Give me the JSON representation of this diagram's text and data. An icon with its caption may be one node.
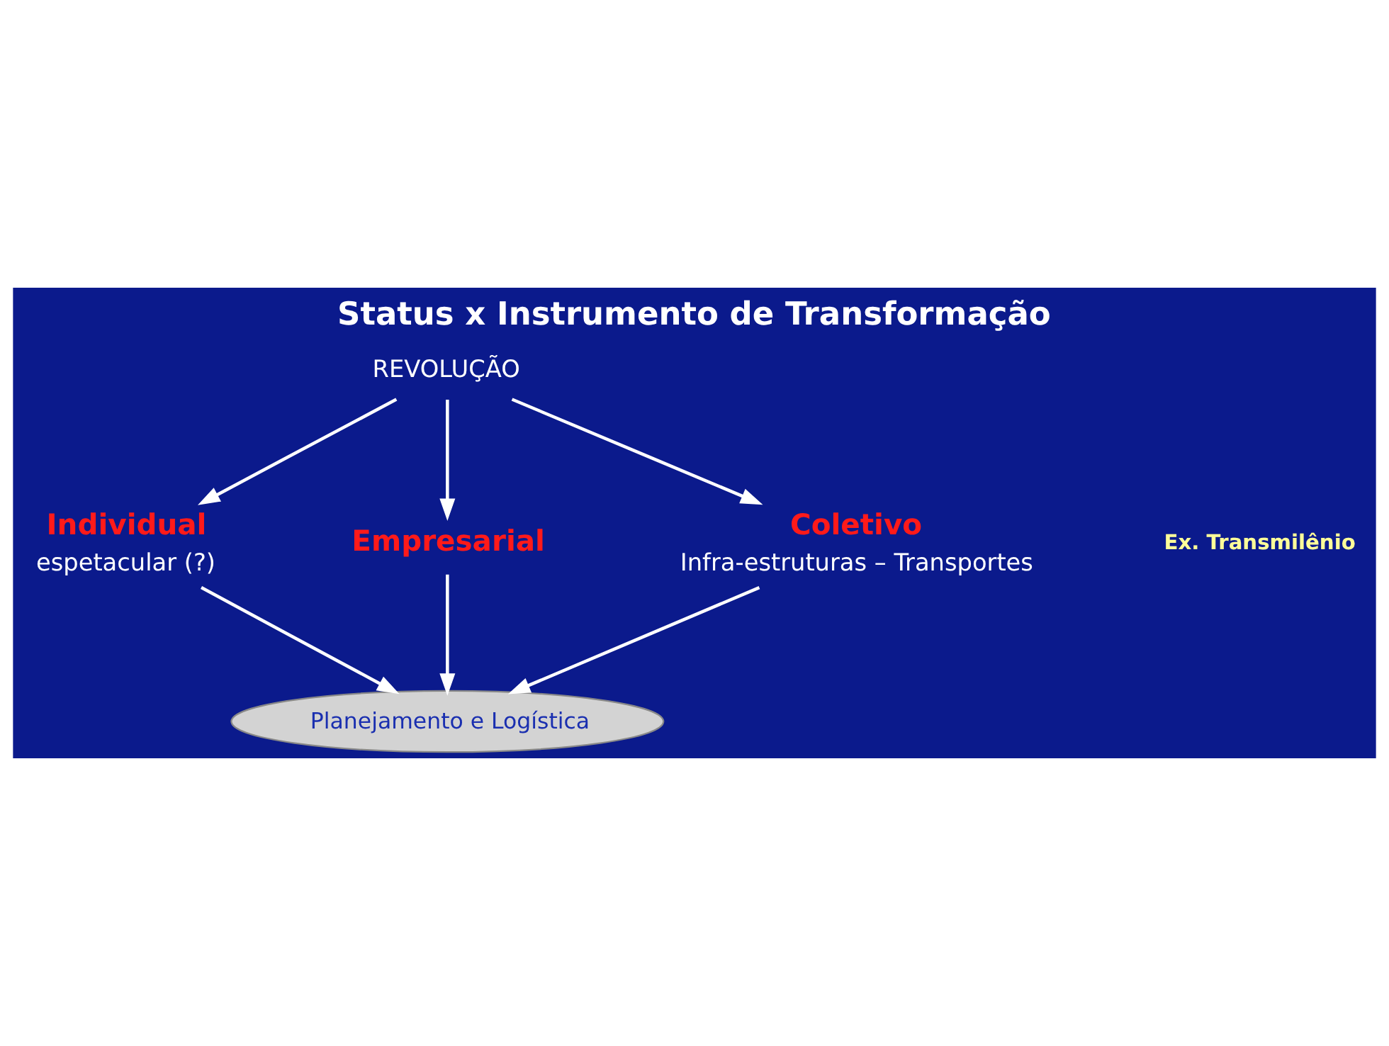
{
  "diagram": {
    "title": "Status x Instrumento de Transformação",
    "nodes": [
      {
        "text": [
          "REVOLUÇÃO"
        ]
      },
      {
        "text": [
          "Individual",
          "espetacular (?)"
        ]
      },
      {
        "text": [
          "Empresarial"
        ]
      },
      {
        "text": [
          "Coletivo",
          "Infra-estruturas – Transportes"
        ]
      },
      {
        "text": [
          "Planejamento e Logística"
        ]
      }
    ],
    "edges": [
      {
        "from": 0,
        "to": 1,
        "arrow": "to"
      },
      {
        "from": 0,
        "to": 2,
        "arrow": "to"
      },
      {
        "from": 0,
        "to": 3,
        "arrow": "to"
      },
      {
        "from": 1,
        "to": 4,
        "arrow": "to"
      },
      {
        "from": 2,
        "to": 4,
        "arrow": "to"
      },
      {
        "from": 3,
        "to": 4,
        "arrow": "to"
      }
    ],
    "labels": [
      "Ex. Transmilênio"
    ]
  }
}
